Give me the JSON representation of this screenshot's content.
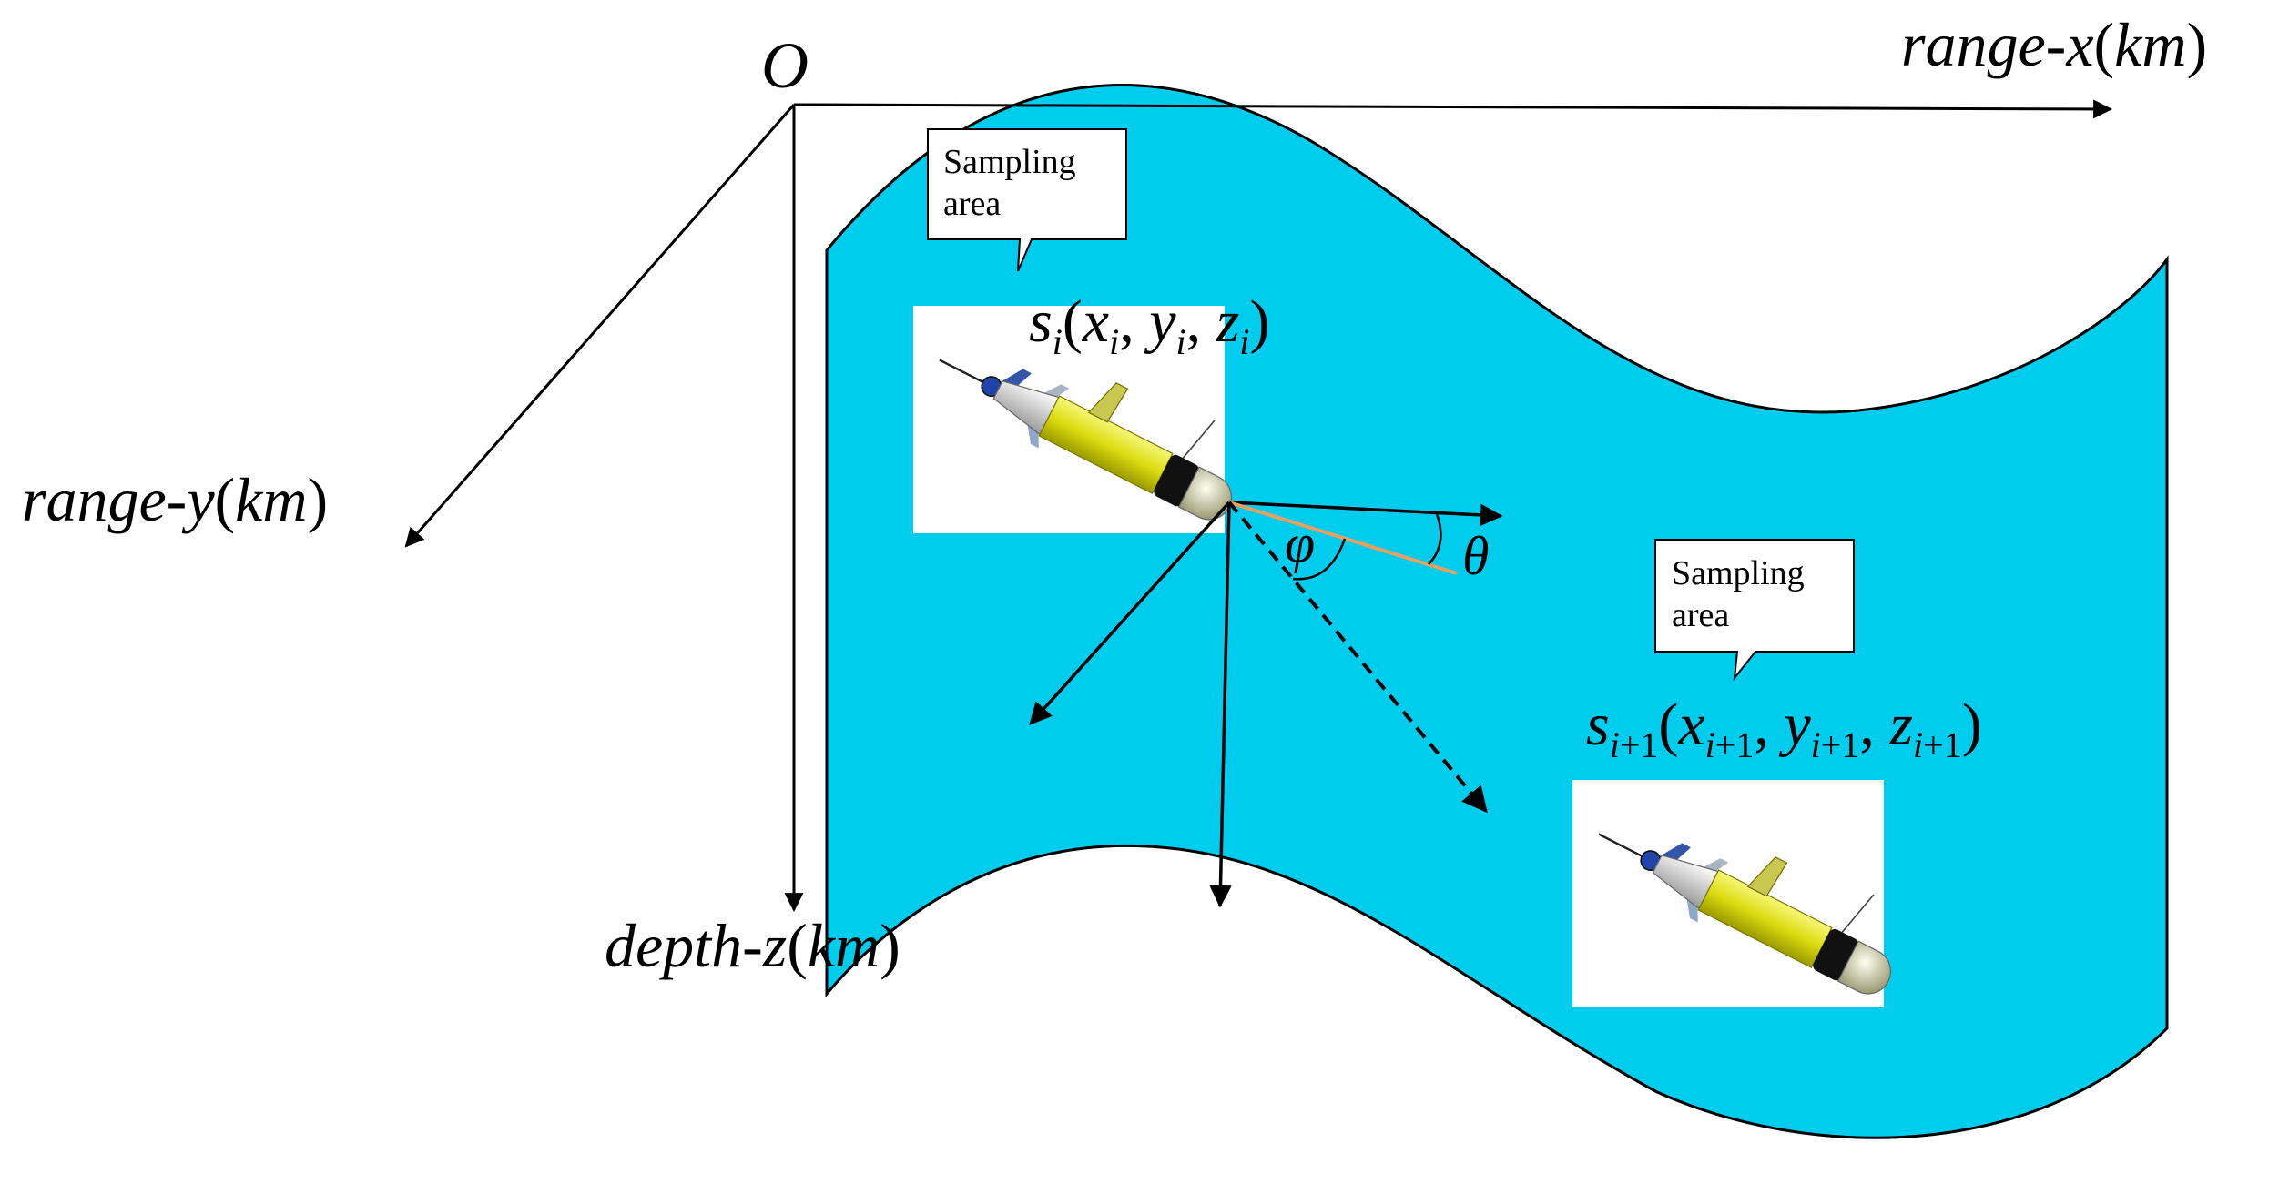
{
  "axes": {
    "origin": "O",
    "x": {
      "name": "range",
      "variable": "x",
      "unit": "km"
    },
    "y": {
      "name": "range",
      "variable": "y",
      "unit": "km"
    },
    "z": {
      "name": "depth",
      "variable": "z",
      "unit": "km"
    }
  },
  "callouts": [
    {
      "line1": "Sampling",
      "line2": "area"
    },
    {
      "line1": "Sampling",
      "line2": "area"
    }
  ],
  "points": {
    "current": {
      "s": "s",
      "x": "x",
      "y": "y",
      "z": "z",
      "sub": "i"
    },
    "next": {
      "s": "s",
      "x": "x",
      "y": "y",
      "z": "z",
      "sub": "i",
      "plus": "+1"
    }
  },
  "angles": {
    "pitch": "φ",
    "heading": "θ"
  },
  "colors": {
    "water_surface": "#00CCEE",
    "heading_line": "#E8A060",
    "glider_body": "#DDDD11",
    "glider_nose": "#D8D6B0"
  },
  "icons": [
    "underwater-glider-icon",
    "underwater-glider-icon"
  ]
}
